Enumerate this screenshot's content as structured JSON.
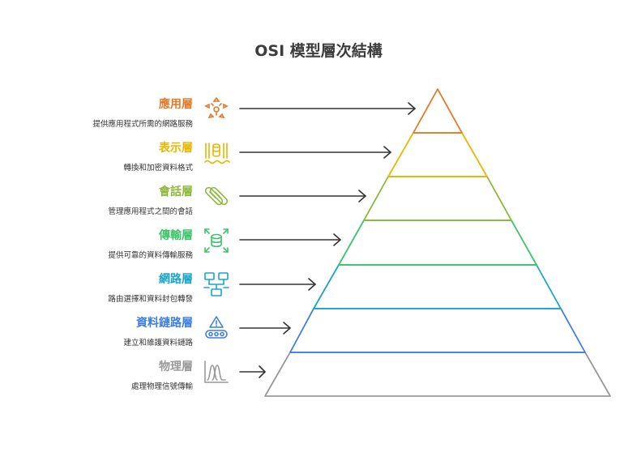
{
  "title": "OSI 模型層次結構",
  "layers": [
    {
      "name": "應用層",
      "description": "提供應用程式所需的網路服務",
      "color": "#e07b2a",
      "icon": "app-network-icon"
    },
    {
      "name": "表示層",
      "description": "轉換和加密資料格式",
      "color": "#e6b800",
      "icon": "data-format-icon"
    },
    {
      "name": "會話層",
      "description": "管理應用程式之間的會話",
      "color": "#8cb83a",
      "icon": "session-link-icon"
    },
    {
      "name": "傳輸層",
      "description": "提供可靠的資料傳輸服務",
      "color": "#3cc46a",
      "icon": "transport-database-icon"
    },
    {
      "name": "網路層",
      "description": "路由選擇和資料封包轉發",
      "color": "#1aa6c9",
      "icon": "network-nodes-icon"
    },
    {
      "name": "資料鏈路層",
      "description": "建立和維護資料鏈路",
      "color": "#3f7fe0",
      "icon": "data-link-icon"
    },
    {
      "name": "物理層",
      "description": "處理物理信號傳輸",
      "color": "#999999",
      "icon": "signal-wave-icon"
    }
  ]
}
